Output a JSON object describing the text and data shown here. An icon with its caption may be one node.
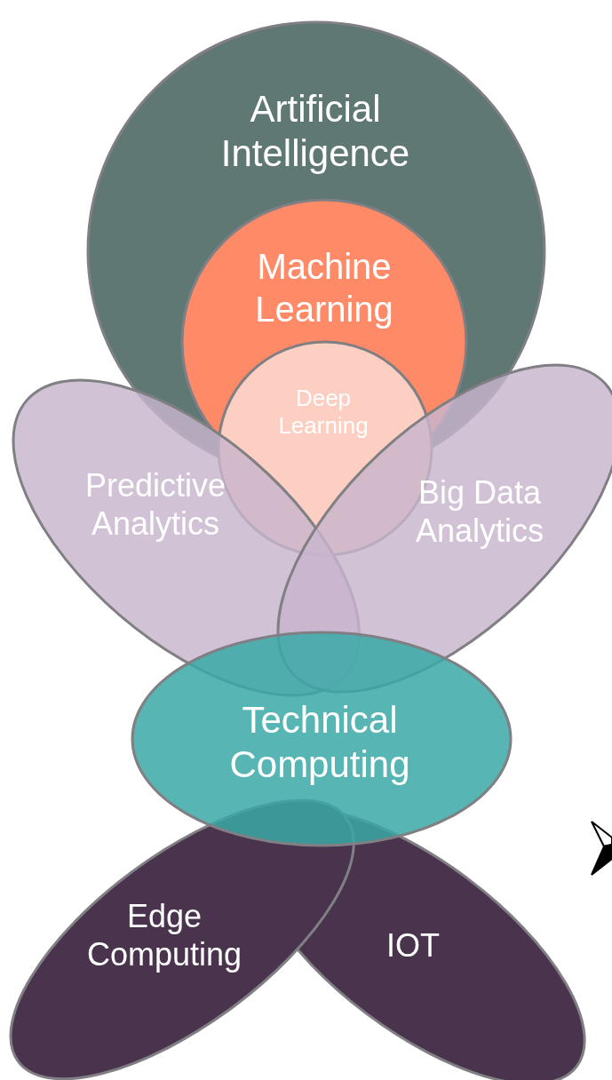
{
  "diagram": {
    "nodes": [
      {
        "text": [
          "Artificial Intelligence"
        ]
      },
      {
        "text": [
          "Machine Learning"
        ],
        "in": 0
      },
      {
        "text": [
          "Deep Learning"
        ]
      },
      {
        "text": [
          "Predictive Analytics"
        ]
      },
      {
        "text": [
          "Big Data Analytics"
        ]
      },
      {
        "text": [
          "Technical Computing"
        ]
      },
      {
        "text": [
          "Edge Computing"
        ]
      },
      {
        "text": [
          "IOT"
        ]
      }
    ]
  }
}
